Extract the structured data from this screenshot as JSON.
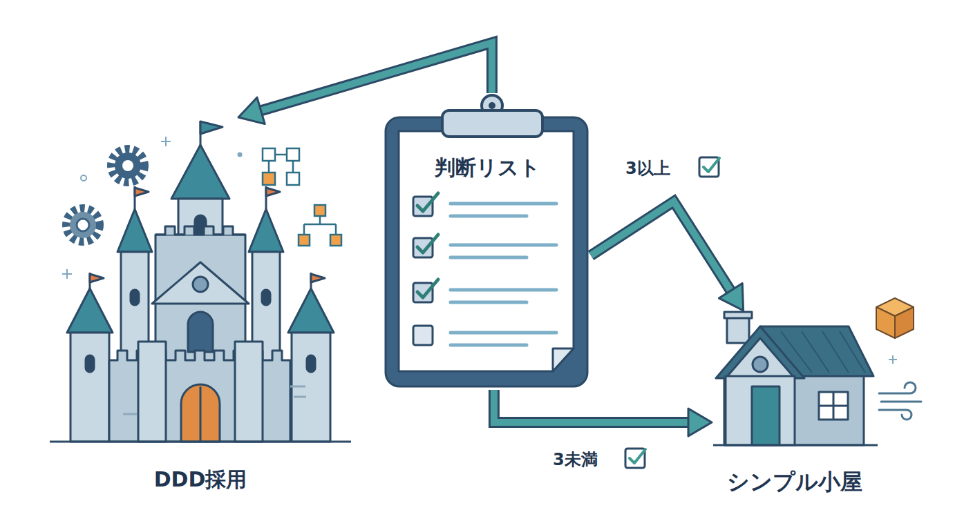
{
  "diagram": {
    "nodes": [
      {
        "text": [
          "DDD採用"
        ]
      },
      {
        "text": [
          "判断リスト"
        ]
      },
      {
        "text": [
          "シンプル小屋"
        ]
      }
    ],
    "edges": [
      {
        "from": 1,
        "to": 0,
        "arrow": "to"
      },
      {
        "from": 1,
        "to": 2,
        "label": "3以上",
        "arrow": "to"
      },
      {
        "from": 1,
        "to": 2,
        "label": "3未満",
        "arrow": "to"
      }
    ]
  }
}
